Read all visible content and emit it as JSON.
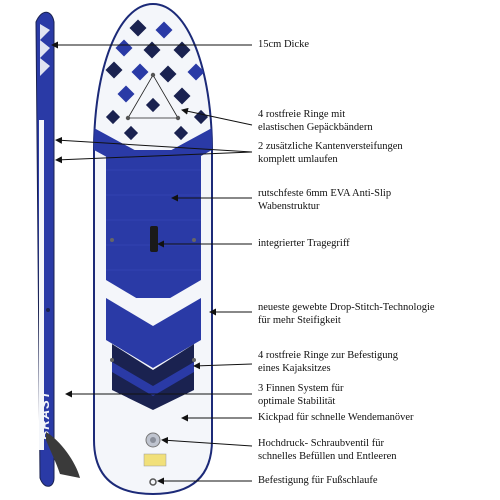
{
  "board": {
    "brand": "BRAST",
    "colors": {
      "primary_blue": "#2a3aa6",
      "dark_navy": "#1a2250",
      "white": "#f4f6fa",
      "fin": "#3a3a3a",
      "outline": "#1c2a78"
    }
  },
  "callouts": [
    {
      "lines": [
        "15cm Dicke"
      ]
    },
    {
      "lines": [
        "4 rostfreie Ringe mit",
        "elastischen Gepäckbändern"
      ]
    },
    {
      "lines": [
        "2 zusätzliche Kantenversteifungen",
        "komplett umlaufen"
      ]
    },
    {
      "lines": [
        "rutschfeste 6mm EVA Anti-Slip",
        "Wabenstruktur"
      ]
    },
    {
      "lines": [
        "integrierter Tragegriff"
      ]
    },
    {
      "lines": [
        "neueste gewebte Drop-Stitch-Technologie",
        "für mehr Steifigkeit"
      ]
    },
    {
      "lines": [
        "4 rostfreie Ringe zur Befestigung",
        "eines Kajaksitzes"
      ]
    },
    {
      "lines": [
        "3 Finnen System für",
        "optimale Stabilität"
      ]
    },
    {
      "lines": [
        "Kickpad für schnelle Wendemanöver"
      ]
    },
    {
      "lines": [
        "Hochdruck- Schraubventil für",
        "schnelles Befüllen und Entleeren"
      ]
    },
    {
      "lines": [
        "Befestigung für Fußschlaufe"
      ]
    }
  ]
}
